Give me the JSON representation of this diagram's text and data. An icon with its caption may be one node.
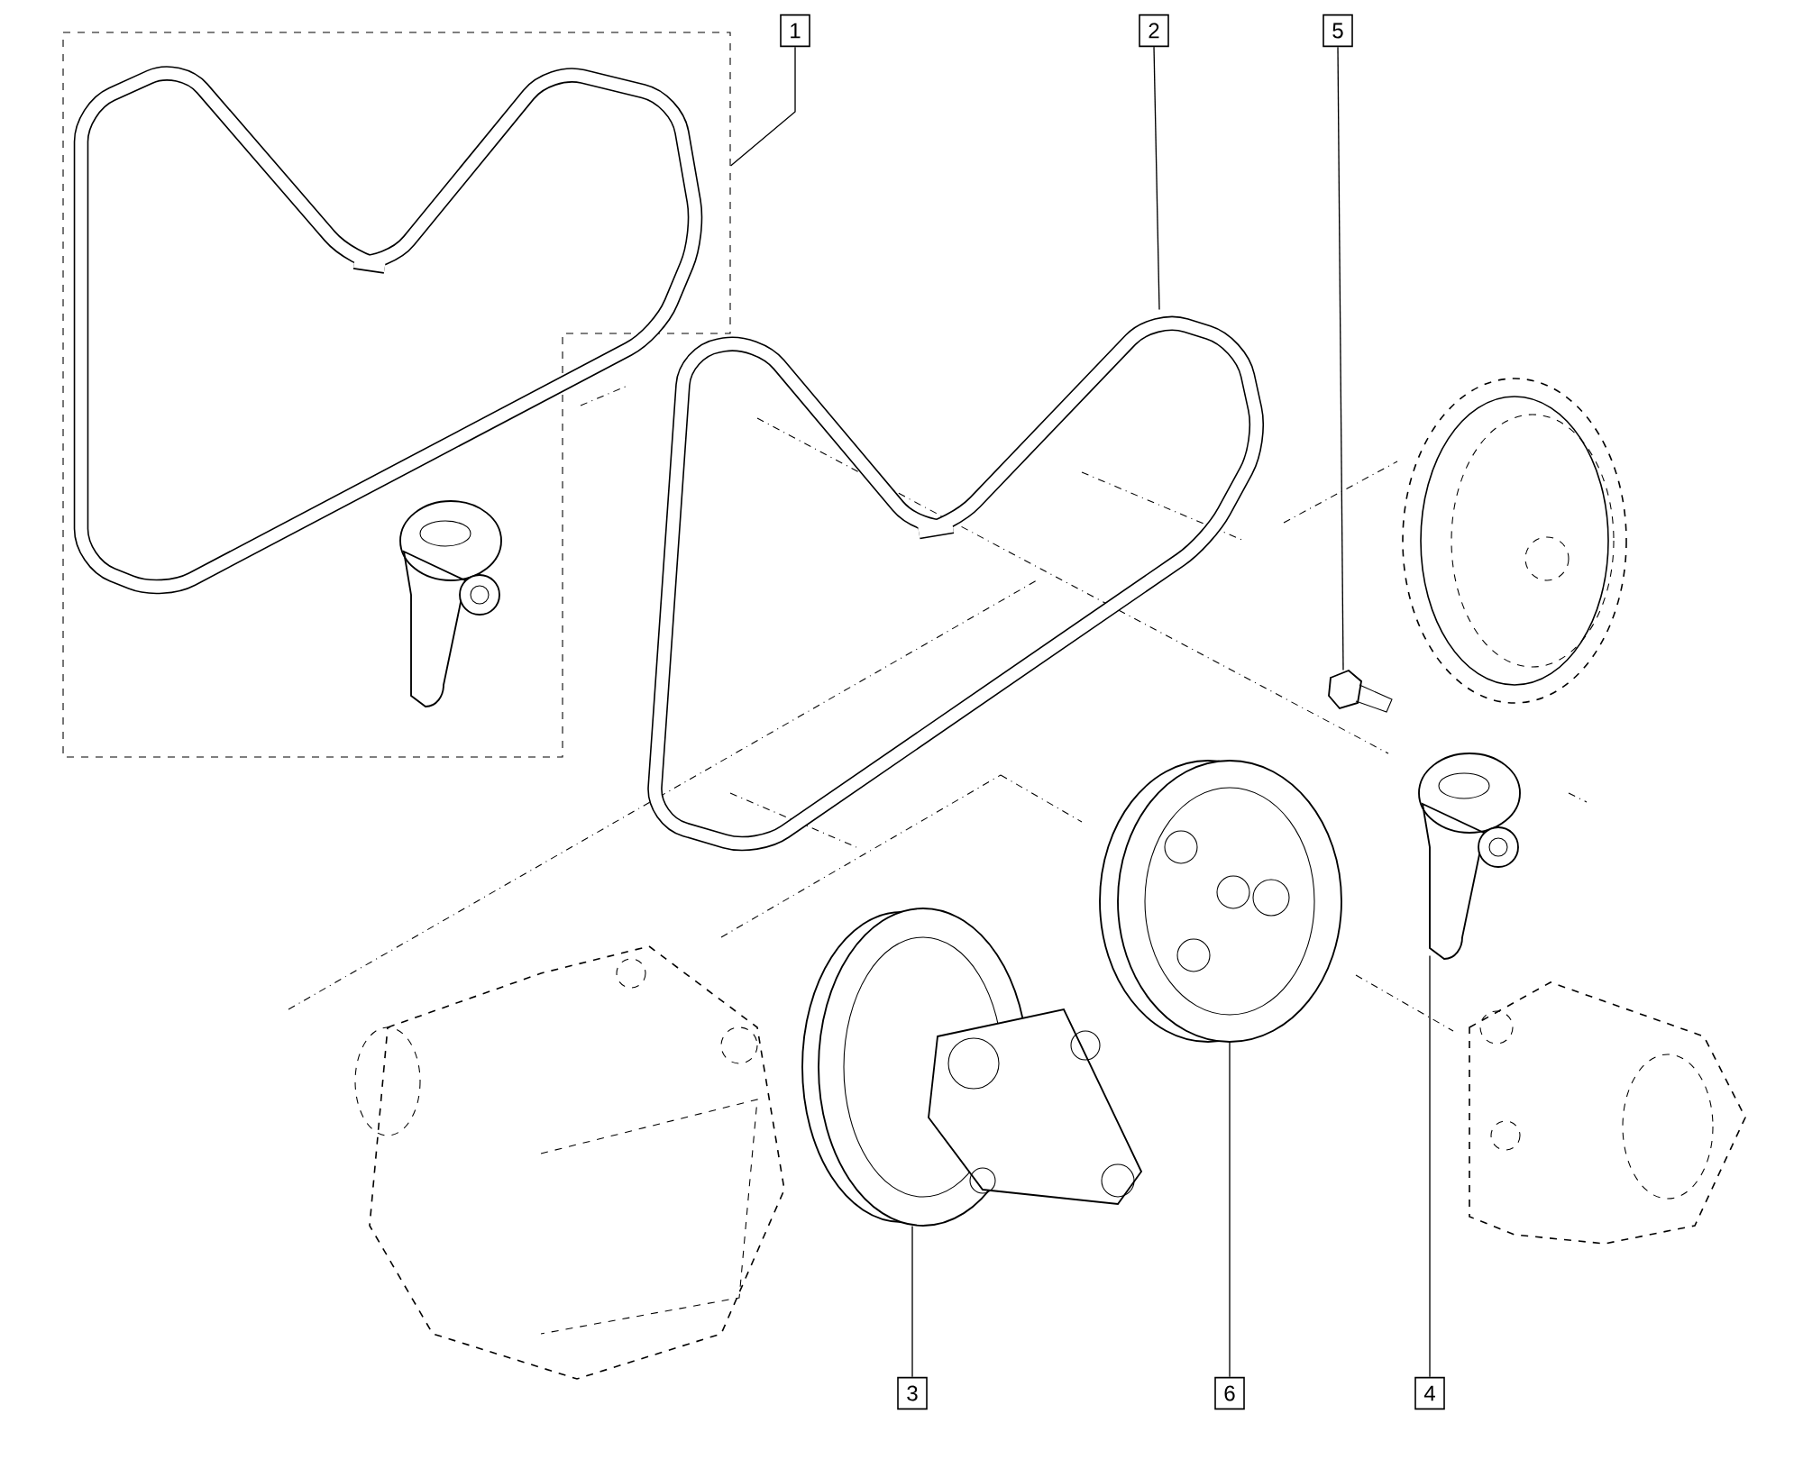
{
  "diagram": {
    "nodes": [
      {
        "text": [
          "1"
        ]
      },
      {
        "text": [
          "2"
        ]
      },
      {
        "text": [
          "5"
        ]
      },
      {
        "text": [
          "3"
        ]
      },
      {
        "text": [
          "6"
        ]
      },
      {
        "text": [
          "4"
        ]
      },
      {
        "text": [],
        "shape": "box"
      },
      {
        "text": [],
        "shape": "picture"
      },
      {
        "text": [],
        "shape": "picture"
      },
      {
        "text": [],
        "shape": "picture"
      },
      {
        "text": [],
        "shape": "picture"
      },
      {
        "text": [],
        "shape": "picture"
      }
    ],
    "edges": [
      {
        "from": 0,
        "to": 6,
        "arrow": "none"
      },
      {
        "from": 1,
        "to": 7,
        "arrow": "none"
      },
      {
        "from": 2,
        "to": 8,
        "arrow": "none"
      },
      {
        "from": 3,
        "to": 9,
        "arrow": "none"
      },
      {
        "from": 4,
        "to": 10,
        "arrow": "none"
      },
      {
        "from": 5,
        "to": 11,
        "arrow": "none"
      }
    ]
  }
}
